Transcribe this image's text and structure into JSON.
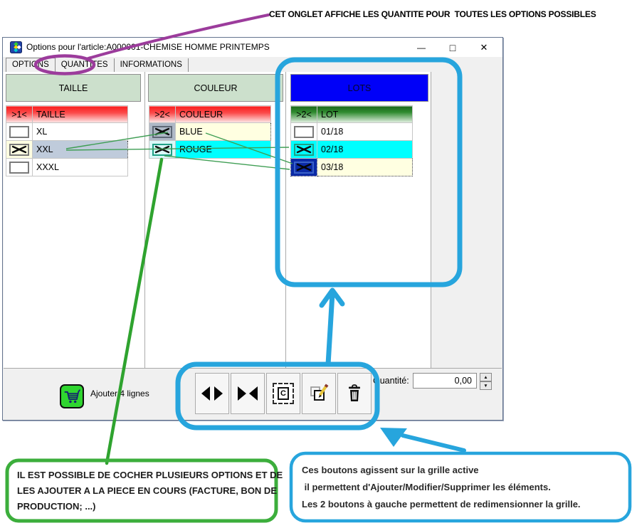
{
  "annotations": {
    "top_note": "CET ONGLET AFFICHE LES QUANTITE POUR  TOUTES LES OPTIONS POSSIBLES",
    "green_note_lines": [
      "IL EST POSSIBLE DE COCHER PLUSIEURS OPTIONS ET DE",
      "LES AJOUTER A LA PIECE EN COURS (FACTURE, BON DE",
      "PRODUCTION; ...)"
    ],
    "blue_note_lines": [
      "Ces boutons agissent sur la grille active",
      " il permettent d'Ajouter/Modifier/Supprimer les éléments.",
      "Les 2 boutons à gauche permettent de redimensionner la grille."
    ],
    "colors": {
      "annotation_blue": "#27A5DD",
      "annotation_green": "#3CAE3C",
      "annotation_purple": "#9C3C9C",
      "connector_green": "#3F9E54"
    }
  },
  "window": {
    "title": "Options pour l'article:A000001-CHEMISE HOMME PRINTEMPS",
    "controls": {
      "minimize": "—",
      "maximize": "□",
      "close": "✕"
    },
    "tabs": [
      {
        "label": "OPTIONS",
        "active": true
      },
      {
        "label": "QUANTITES",
        "active": false
      },
      {
        "label": "INFORMATIONS",
        "active": false
      }
    ]
  },
  "panels": [
    {
      "banner": "TAILLE",
      "grid": {
        "col_check": ">1<",
        "col_name": "TAILLE",
        "rows": [
          {
            "label": "XL",
            "checked": false
          },
          {
            "label": "XXL",
            "checked": true
          },
          {
            "label": "XXXL",
            "checked": false
          }
        ]
      }
    },
    {
      "banner": "COULEUR",
      "grid": {
        "col_check": ">2<",
        "col_name": "COULEUR",
        "rows": [
          {
            "label": "BLUE",
            "checked": true
          },
          {
            "label": "ROUGE",
            "checked": true
          }
        ]
      }
    },
    {
      "banner": "LOTS",
      "grid": {
        "col_check": ">2<",
        "col_name": "LOT",
        "rows": [
          {
            "label": "01/18",
            "checked": false
          },
          {
            "label": "02/18",
            "checked": true
          },
          {
            "label": "03/18",
            "checked": true
          }
        ]
      }
    }
  ],
  "row_colors": {
    "selected_gray_blue": "#BFCBDB",
    "selected_cyan": "#00FFFF",
    "focused_ivory": "#FFFFE1",
    "checked_navy": "#0B2AA6",
    "lots_banner_blue": "#0000F8",
    "panel_header_green": "#CCE0CC"
  },
  "toolbar": {
    "add_label": "Ajouter 4 lignes",
    "c_glyph": "C",
    "spinner_up": "▲",
    "spinner_down": "▼",
    "quantity_label": "Quantité:",
    "quantity_value": "0,00",
    "buttons": [
      "resize-expand",
      "resize-shrink",
      "center-column",
      "modify-element",
      "delete-element"
    ]
  }
}
